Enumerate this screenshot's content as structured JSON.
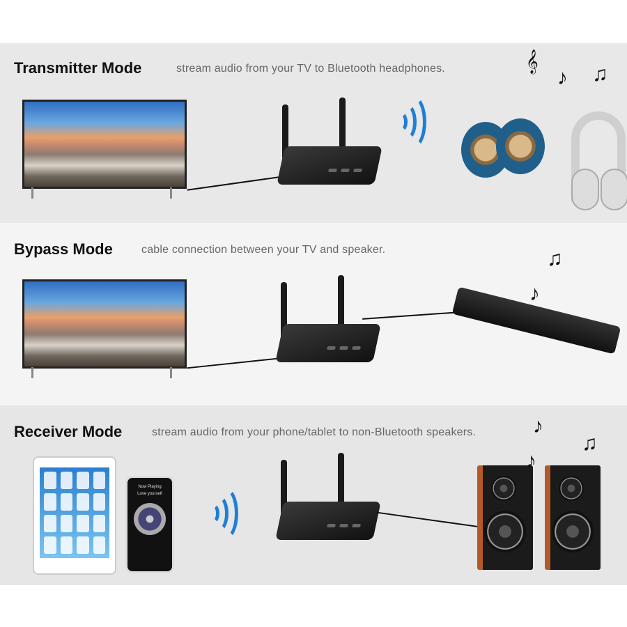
{
  "sections": [
    {
      "title": "Transmitter Mode",
      "subtitle": "stream audio from your TV to Bluetooth headphones."
    },
    {
      "title": "Bypass Mode",
      "subtitle": "cable connection between your TV and speaker."
    },
    {
      "title": "Receiver Mode",
      "subtitle": "stream audio from your phone/tablet to non-Bluetooth speakers."
    }
  ],
  "phone": {
    "now_playing": "Now Playing",
    "track": "Love yourself"
  },
  "colors": {
    "wave": "#1f7fd6",
    "speaker_wood": "#b45a28"
  }
}
